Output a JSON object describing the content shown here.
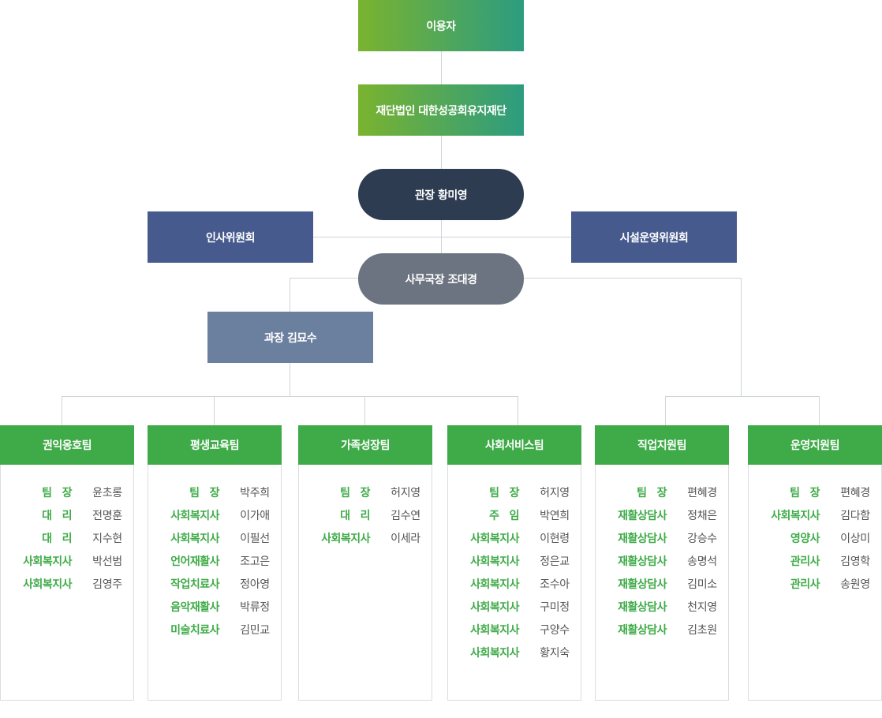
{
  "top": {
    "user": "이용자",
    "foundation": "재단법인 대한성공회유지재단",
    "director": "관장 황미영",
    "hr_committee": "인사위원회",
    "facility_committee": "시설운영위원회",
    "secretary_general": "사무국장 조대경",
    "section_chief": "과장 김묘수"
  },
  "teams": [
    {
      "name": "권익옹호팀",
      "members": [
        {
          "role": "팀   장",
          "name": "윤초롱"
        },
        {
          "role": "대   리",
          "name": "전명훈"
        },
        {
          "role": "대   리",
          "name": "지수현"
        },
        {
          "role": "사회복지사",
          "name": "박선범"
        },
        {
          "role": "사회복지사",
          "name": "김영주"
        }
      ]
    },
    {
      "name": "평생교육팀",
      "members": [
        {
          "role": "팀   장",
          "name": "박주희"
        },
        {
          "role": "사회복지사",
          "name": "이가애"
        },
        {
          "role": "사회복지사",
          "name": "이필선"
        },
        {
          "role": "언어재활사",
          "name": "조고은"
        },
        {
          "role": "작업치료사",
          "name": "정아영"
        },
        {
          "role": "음악재활사",
          "name": "박류정"
        },
        {
          "role": "미술치료사",
          "name": "김민교"
        }
      ]
    },
    {
      "name": "가족성장팀",
      "members": [
        {
          "role": "팀   장",
          "name": "허지영"
        },
        {
          "role": "대   리",
          "name": "김수연"
        },
        {
          "role": "사회복지사",
          "name": "이세라"
        }
      ]
    },
    {
      "name": "사회서비스팀",
      "members": [
        {
          "role": "팀   장",
          "name": "허지영"
        },
        {
          "role": "주   임",
          "name": "박연희"
        },
        {
          "role": "사회복지사",
          "name": "이현령"
        },
        {
          "role": "사회복지사",
          "name": "정은교"
        },
        {
          "role": "사회복지사",
          "name": "조수아"
        },
        {
          "role": "사회복지사",
          "name": "구미정"
        },
        {
          "role": "사회복지사",
          "name": "구양수"
        },
        {
          "role": "사회복지사",
          "name": "황지숙"
        }
      ]
    },
    {
      "name": "직업지원팀",
      "members": [
        {
          "role": "팀   장",
          "name": "편혜경"
        },
        {
          "role": "재활상담사",
          "name": "정채은"
        },
        {
          "role": "재활상담사",
          "name": "강승수"
        },
        {
          "role": "재활상담사",
          "name": "송명석"
        },
        {
          "role": "재활상담사",
          "name": "김미소"
        },
        {
          "role": "재활상담사",
          "name": "천지영"
        },
        {
          "role": "재활상담사",
          "name": "김초원"
        }
      ]
    },
    {
      "name": "운영지원팀",
      "members": [
        {
          "role": "팀   장",
          "name": "편혜경"
        },
        {
          "role": "사회복지사",
          "name": "김다함"
        },
        {
          "role": "영양사",
          "name": "이상미"
        },
        {
          "role": "관리사",
          "name": "김영학"
        },
        {
          "role": "관리사",
          "name": "송원영"
        }
      ]
    }
  ]
}
